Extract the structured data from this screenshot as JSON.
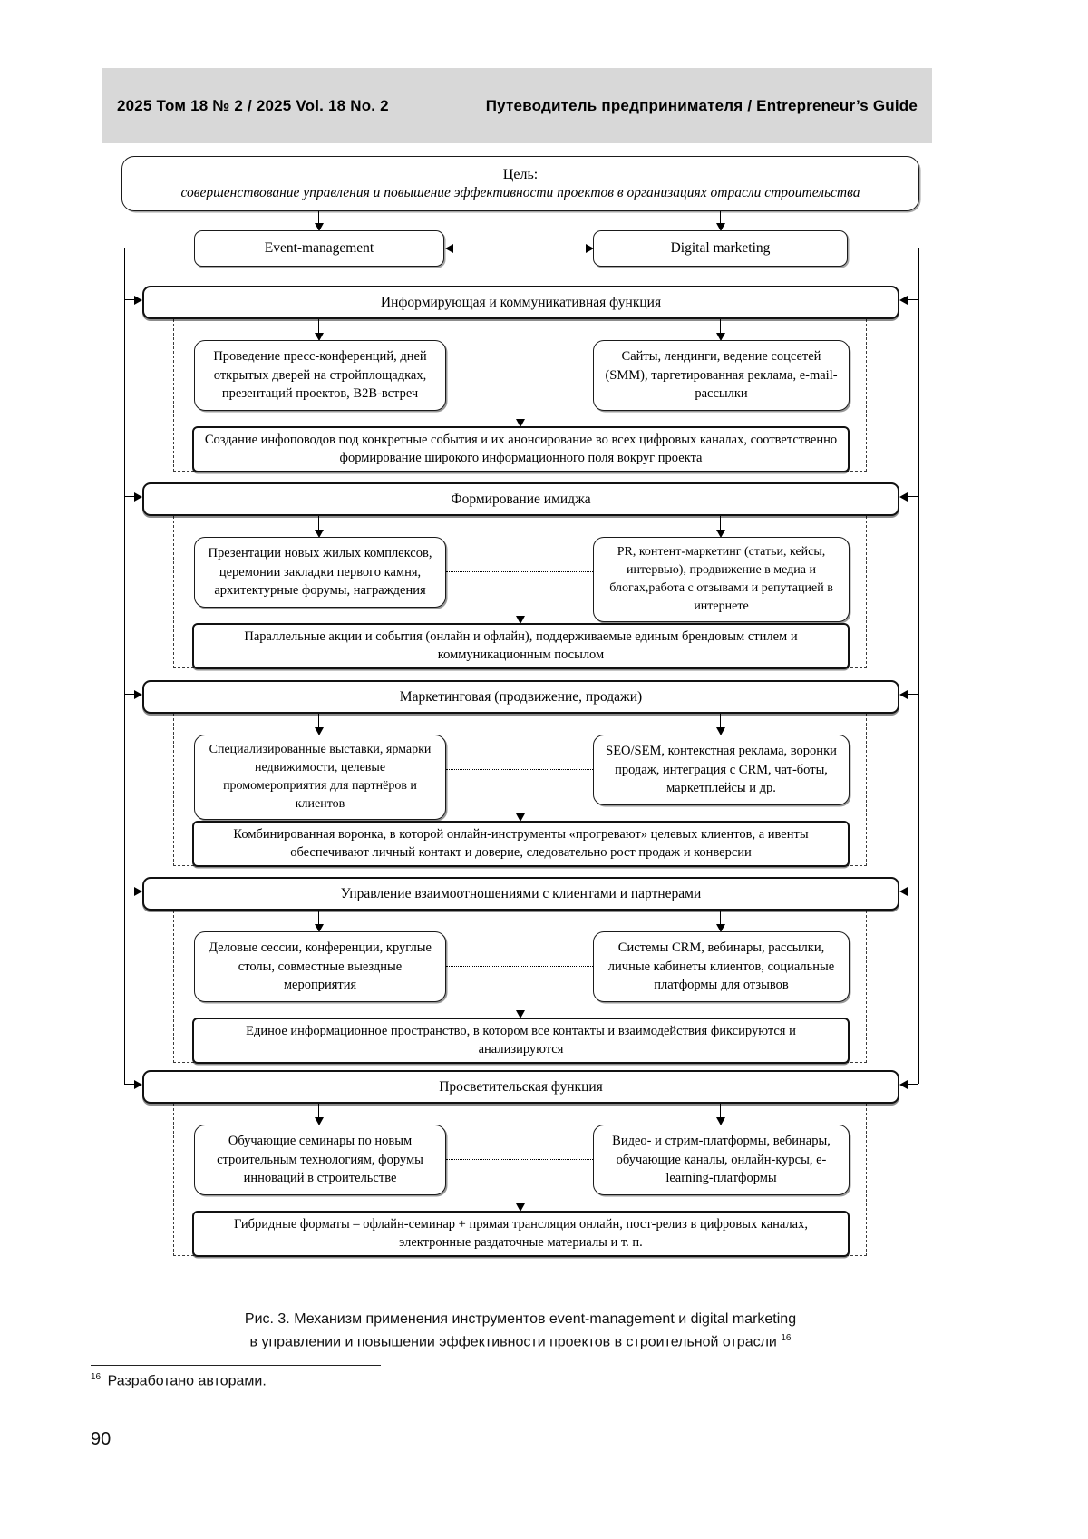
{
  "doc": {
    "header": {
      "left": "2025  Том 18  № 2  /  2025  Vol. 18  No. 2",
      "right": "Путеводитель предпринимателя  /  Entrepreneur’s Guide"
    },
    "figure": {
      "goal": {
        "label": "Цель:",
        "text": "совершенствование управления и повышение эффективности проектов в организациях отрасли строительства"
      },
      "branches": {
        "event": "Event-management",
        "digital": "Digital marketing"
      },
      "sections": [
        {
          "title": "Информирующая и коммуникативная функция",
          "event_tools": "Проведение пресс-конференций, дней открытых дверей на стройплощадках, презентаций проектов, B2B-встреч",
          "digital_tools": "Сайты, лендинги, ведение соцсетей (SMM), таргетированная реклама, e-mail-рассылки",
          "synergy": "Создание инфоповодов под конкретные события и их анонсирование во всех цифровых каналах, соответственно формирование широкого информационного поля вокруг проекта"
        },
        {
          "title": "Формирование имиджа",
          "event_tools": "Презентации новых жилых комплексов, церемонии закладки первого камня, архитектурные форумы, награждения",
          "digital_tools": "PR, контент-маркетинг (статьи, кейсы, интервью), продвижение в медиа и блогах,работа с отзывами и репутацией в интернете",
          "synergy": "Параллельные акции и события (онлайн и офлайн), поддерживаемые единым брендовым стилем и коммуникационным посылом"
        },
        {
          "title": "Маркетинговая (продвижение, продажи)",
          "event_tools": "Специализированные выставки, ярмарки недвижимости, целевые промомероприятия для партнёров и клиентов",
          "digital_tools": "SEO/SEM, контекстная реклама, воронки продаж, интеграция с CRM, чат-боты, маркетплейсы и др.",
          "synergy": "Комбинированная воронка, в которой онлайн-инструменты «прогревают» целевых клиентов, а ивенты обеспечивают личный контакт и доверие, следовательно рост продаж и конверсии"
        },
        {
          "title": "Управление взаимоотношениями с клиентами и партнерами",
          "event_tools": "Деловые сессии, конференции, круглые столы, совместные выездные мероприятия",
          "digital_tools": "Системы CRM, вебинары, рассылки, личные кабинеты клиентов, социальные платформы для отзывов",
          "synergy": "Единое информационное пространство, в котором все контакты и взаимодействия фиксируются и анализируются"
        },
        {
          "title": "Просветительская функция",
          "event_tools": "Обучающие семинары по новым строительным технологиям, форумы инноваций в строительстве",
          "digital_tools": "Видео- и стрим-платформы, вебинары, обучающие каналы, онлайн-курсы, e-learning-платформы",
          "synergy": "Гибридные форматы – офлайн-семинар + прямая трансляция онлайн, пост-релиз в цифровых каналах, электронные раздаточные материалы и т. п."
        }
      ]
    },
    "caption": {
      "line1": "Рис. 3. Механизм применения инструментов event-management и digital marketing",
      "line2": "в управлении и повышении эффективности проектов в строительной отрасли",
      "ref": "16"
    },
    "footnote": {
      "ref": "16",
      "text": "Разработано авторами."
    },
    "page_number": "90"
  }
}
